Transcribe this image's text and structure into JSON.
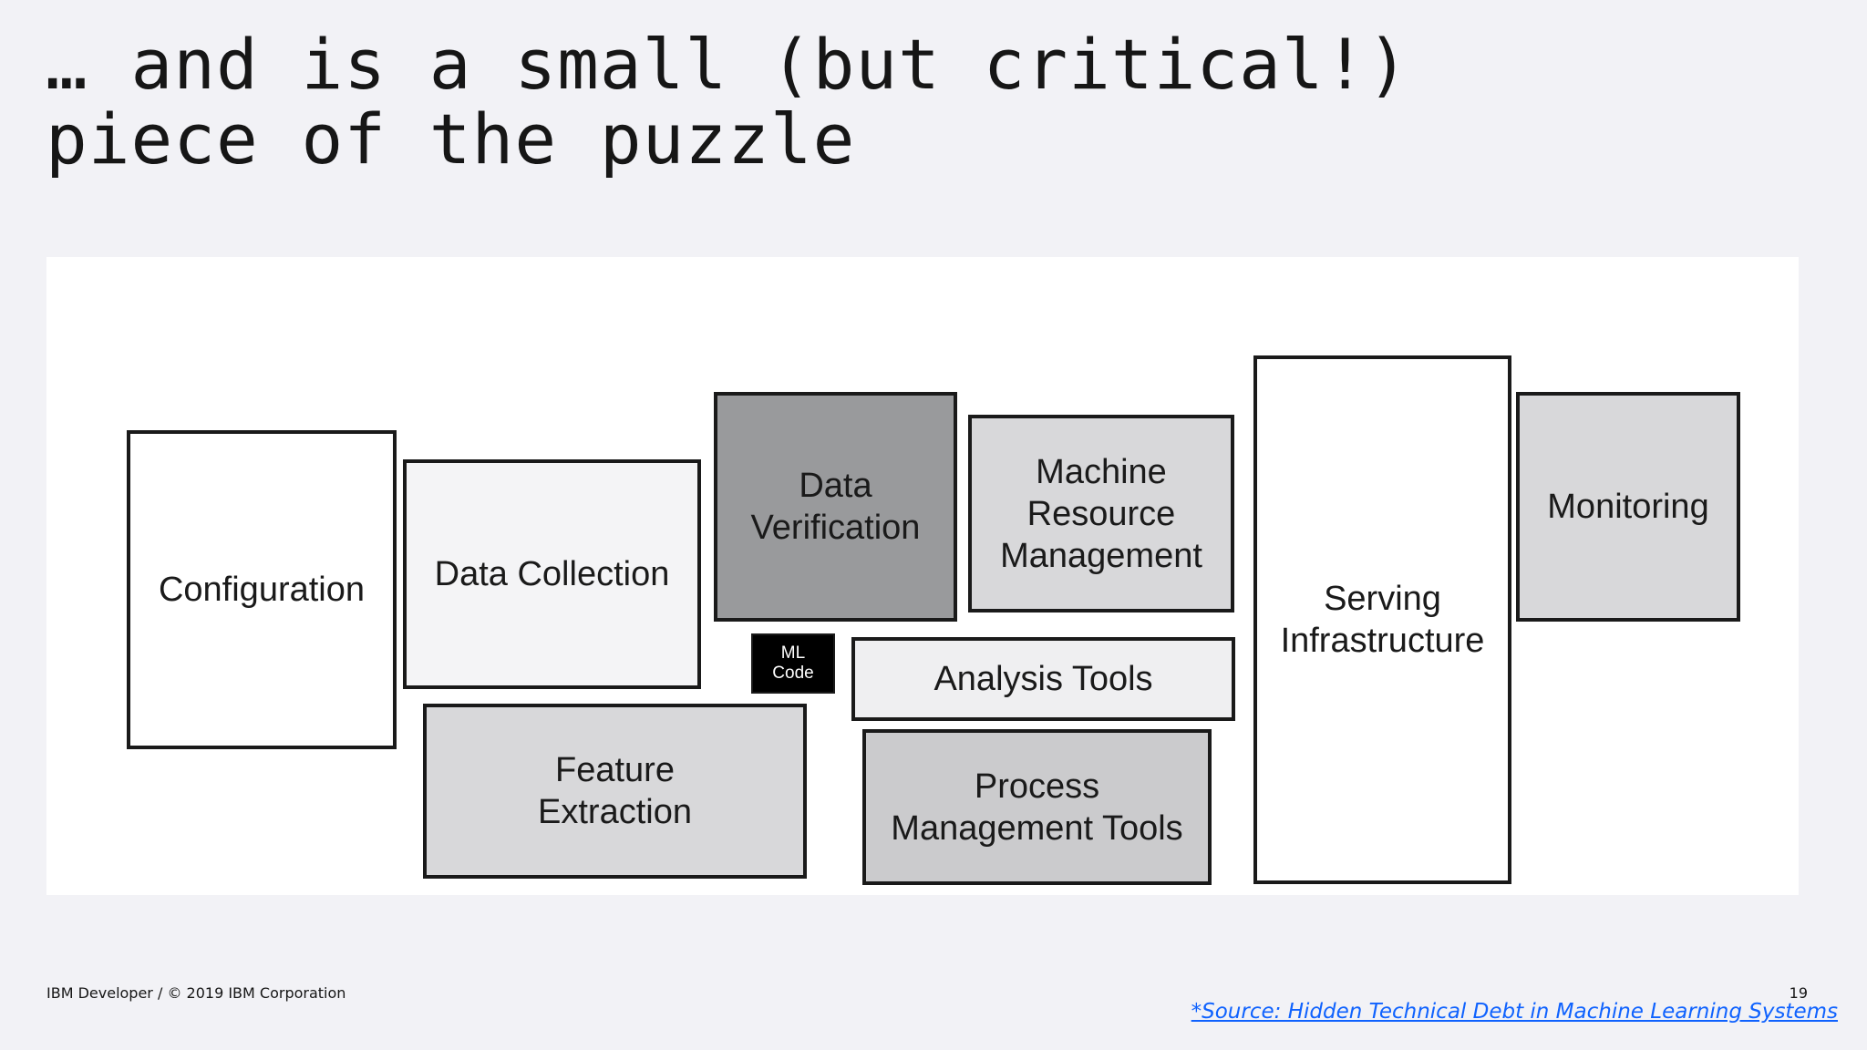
{
  "title": {
    "line1": "… and is a small (but critical!)",
    "line2": "piece of the puzzle"
  },
  "diagram": {
    "configuration": {
      "lines": [
        "Configuration"
      ],
      "color": "#ffffff"
    },
    "data_collection": {
      "lines": [
        "Data Collection"
      ],
      "color": "#f4f4f6"
    },
    "data_verification": {
      "lines": [
        "Data",
        "Verification"
      ],
      "color": "#999a9c"
    },
    "machine_resource_management": {
      "lines": [
        "Machine",
        "Resource",
        "Management"
      ],
      "color": "#d8d8da"
    },
    "serving_infrastructure": {
      "lines": [
        "Serving",
        "Infrastructure"
      ],
      "color": "#ffffff"
    },
    "monitoring": {
      "lines": [
        "Monitoring"
      ],
      "color": "#d8d8da"
    },
    "ml_code": {
      "lines": [
        "ML",
        "Code"
      ],
      "color": "#000000"
    },
    "analysis_tools": {
      "lines": [
        "Analysis Tools"
      ],
      "color": "#efeff1"
    },
    "feature_extraction": {
      "lines": [
        "Feature",
        "Extraction"
      ],
      "color": "#d8d8da"
    },
    "process_management_tools": {
      "lines": [
        "Process",
        "Management Tools"
      ],
      "color": "#cbcbcd"
    }
  },
  "footer": {
    "copyright": "IBM Developer / © 2019 IBM Corporation",
    "page_number": "19",
    "source_link": "*Source: Hidden Technical Debt in Machine Learning Systems"
  }
}
